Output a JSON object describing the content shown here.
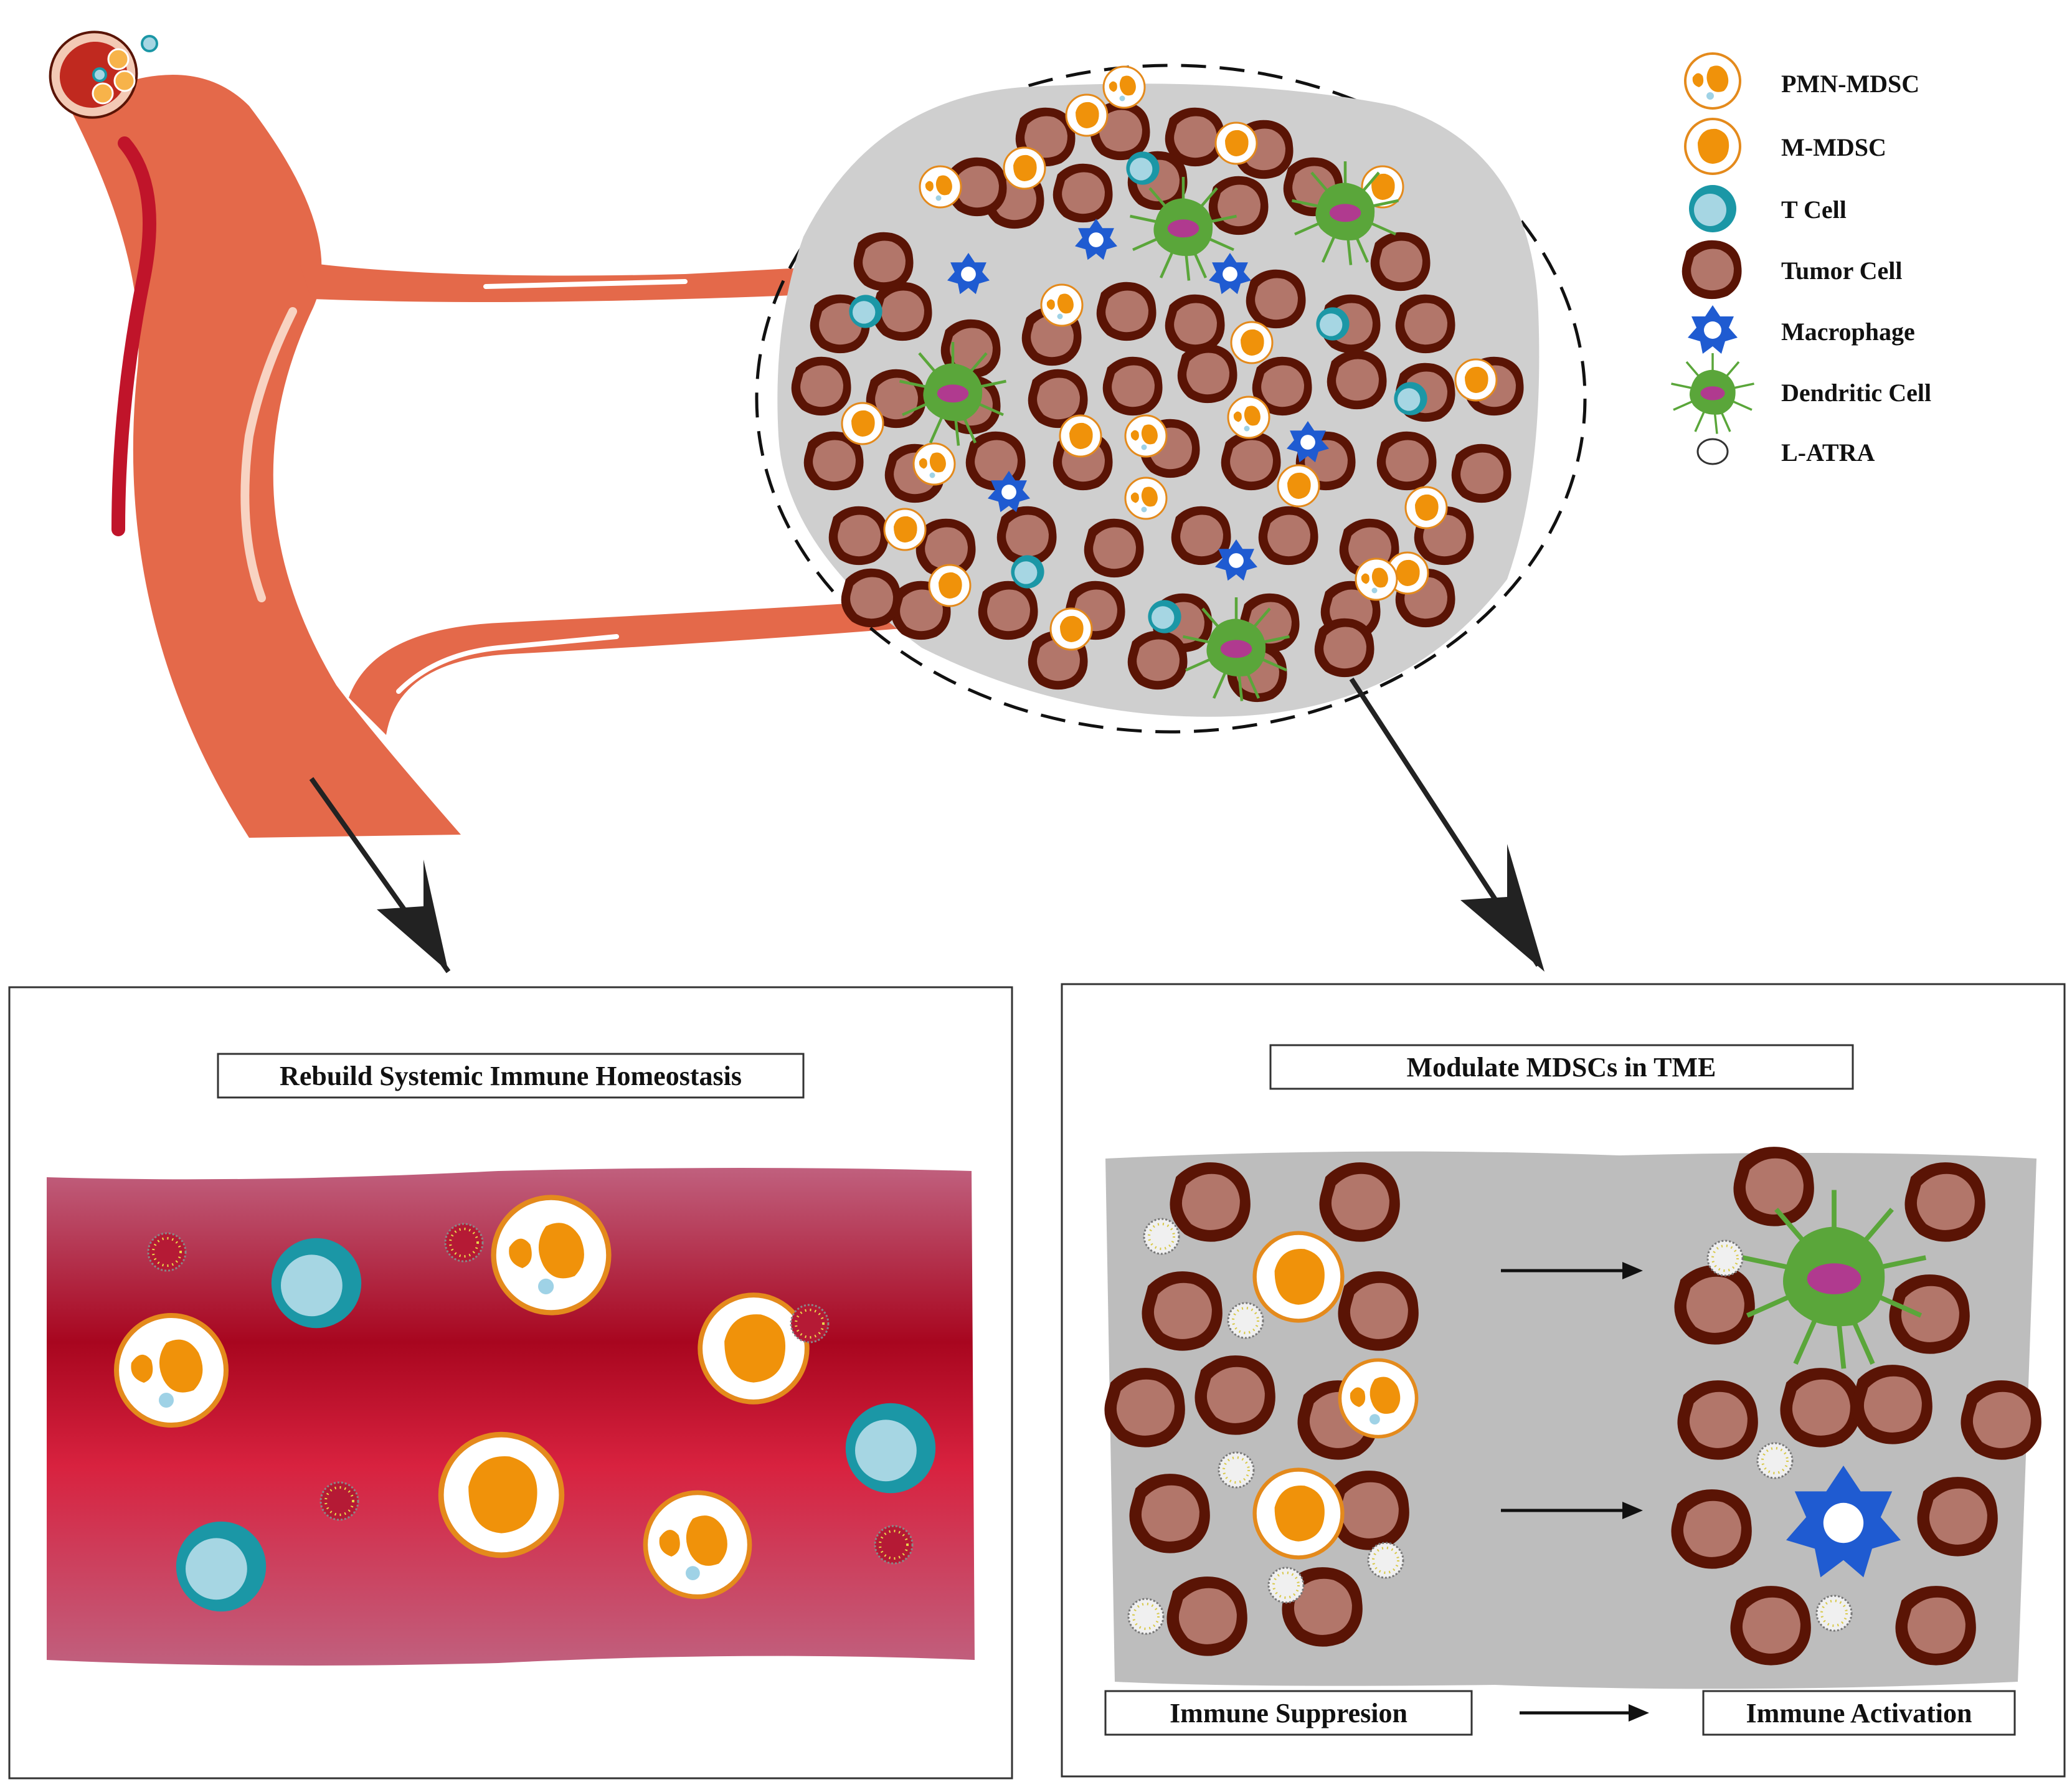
{
  "legend": {
    "items": [
      {
        "id": "pmn-mdsc",
        "label": "PMN-MDSC"
      },
      {
        "id": "m-mdsc",
        "label": "M-MDSC"
      },
      {
        "id": "t-cell",
        "label": "T Cell"
      },
      {
        "id": "tumor-cell",
        "label": "Tumor Cell"
      },
      {
        "id": "macrophage",
        "label": "Macrophage"
      },
      {
        "id": "dendritic-cell",
        "label": "Dendritic Cell"
      },
      {
        "id": "l-atra",
        "label": "L-ATRA"
      }
    ]
  },
  "left_panel": {
    "title": "Rebuild Systemic Immune Homeostasis"
  },
  "right_panel": {
    "title": "Modulate MDSCs in TME",
    "left_label": "Immune Suppresion",
    "right_label": "Immune Activation"
  },
  "colors": {
    "vessel": "#e4694a",
    "vessel_dark": "#c0291f",
    "blood_dark": "#a8061f",
    "blood_light": "#c0607e",
    "tissue": "#cfcfcf",
    "tissue_panel": "#bdbdbd",
    "tumor_fill": "#b2766a",
    "tumor_edge": "#5a1405",
    "mdsc_orange": "#f0920a",
    "mdsc_edge": "#e48a1c",
    "tcell_edge": "#1b97a6",
    "tcell_fill": "#a6d6e3",
    "macrophage": "#1f5bd1",
    "dendritic": "#5aa63a",
    "dendritic_nucleus": "#b03a8f"
  }
}
